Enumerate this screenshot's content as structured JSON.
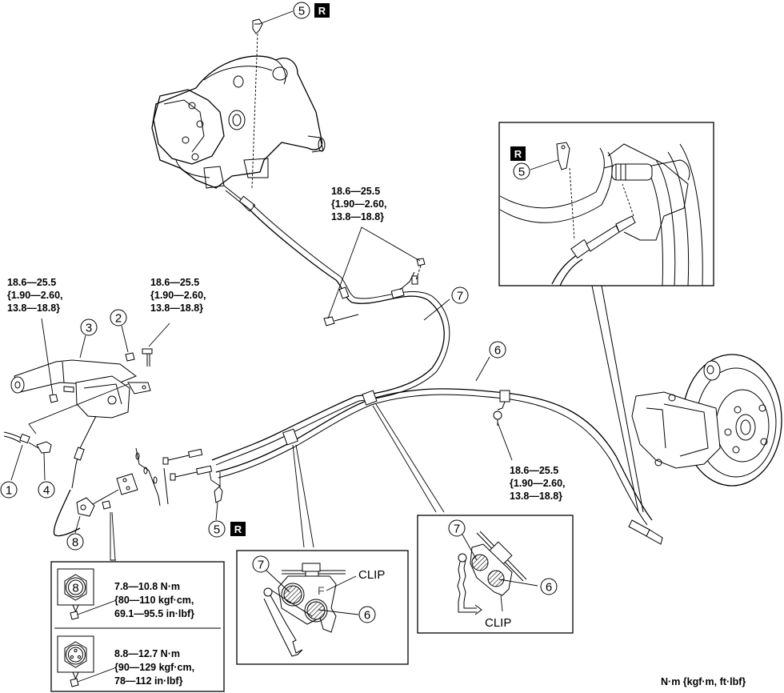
{
  "figure": {
    "title": "Parking brake cable removal/installation",
    "units_label": "N·m {kgf·m, ft·lbf}"
  },
  "torque_specs": {
    "lever_bolt_left": [
      "18.6—25.5",
      "{1.90—2.60,",
      "13.8—18.8}"
    ],
    "lever_bolt_right": [
      "18.6—25.5",
      "{1.90—2.60,",
      "13.8—18.8}"
    ],
    "cable_bracket_center": [
      "18.6—25.5",
      "{1.90—2.60,",
      "13.8—18.8}"
    ],
    "cable_bracket_right": [
      "18.6—25.5",
      "{1.90—2.60,",
      "13.8—18.8}"
    ],
    "bolt_8": [
      "7.8—10.8 N·m",
      "{80—110 kgf·cm,",
      "69.1—95.5 in·lbf}"
    ],
    "bolt_other": [
      "8.8—12.7 N·m",
      "{90—129 kgf·cm,",
      "78—112 in·lbf}"
    ]
  },
  "callouts": {
    "c1": "1",
    "c2": "2",
    "c3": "3",
    "c4": "4",
    "c5_top": "5",
    "c5_bottom": "5",
    "c5_inset": "5",
    "c6_main": "6",
    "c6_clip_left": "6",
    "c6_clip_right": "6",
    "c7_main": "7",
    "c7_clip_left": "7",
    "c7_clip_right": "7",
    "c8_main": "8",
    "c8_bolt_head": "8"
  },
  "badges": {
    "replace_top": "R",
    "replace_bottom": "R",
    "replace_inset": "R"
  },
  "clip_labels": {
    "left": "CLIP",
    "right": "CLIP",
    "left_mark": "F"
  },
  "icons": {
    "bolt_head_marked": "hex-bolt-head-8-icon",
    "bolt_head_dots": "hex-bolt-head-three-dots-icon"
  }
}
